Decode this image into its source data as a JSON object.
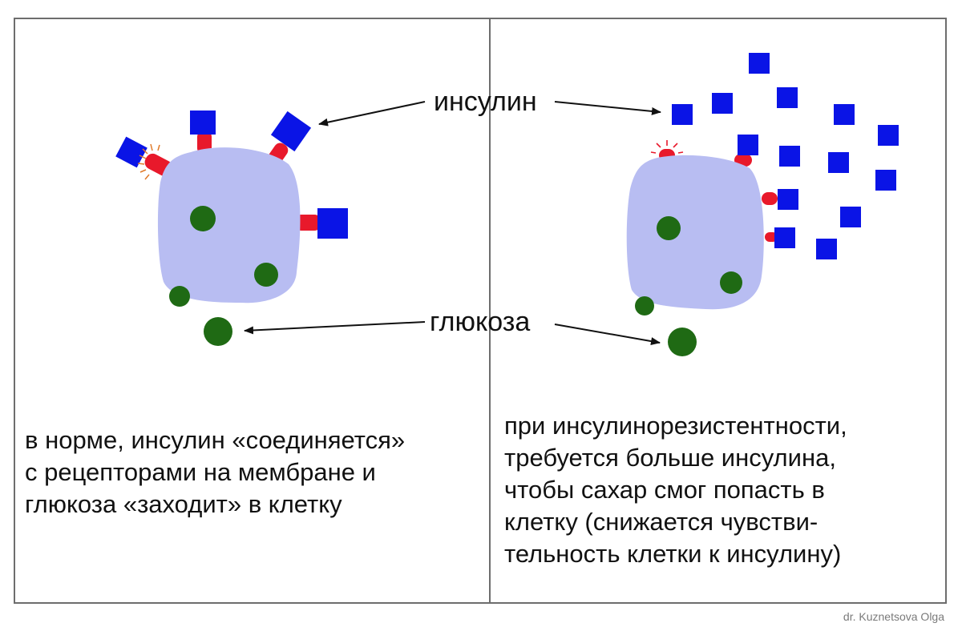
{
  "labels": {
    "insulin": "инсулин",
    "glucose": "глюкоза"
  },
  "captions": {
    "left": [
      "в норме, инсулин «соединяется»",
      "с рецепторами на мембране  и",
      "глюкоза «заходит» в клетку"
    ],
    "right": [
      "при инсулинорезистентности,",
      "требуется больше инсулина,",
      "чтобы сахар смог попасть в",
      "клетку (снижается чувстви-",
      "тельность клетки к инсулину)"
    ]
  },
  "credit": "dr. Kuznetsova Olga",
  "colors": {
    "cell": "#b8bdf2",
    "insulin": "#0a14e6",
    "receptor": "#e8192b",
    "glucose": "#1f6a14",
    "frame": "#6d6d6d",
    "spark": "#e07a2a"
  }
}
